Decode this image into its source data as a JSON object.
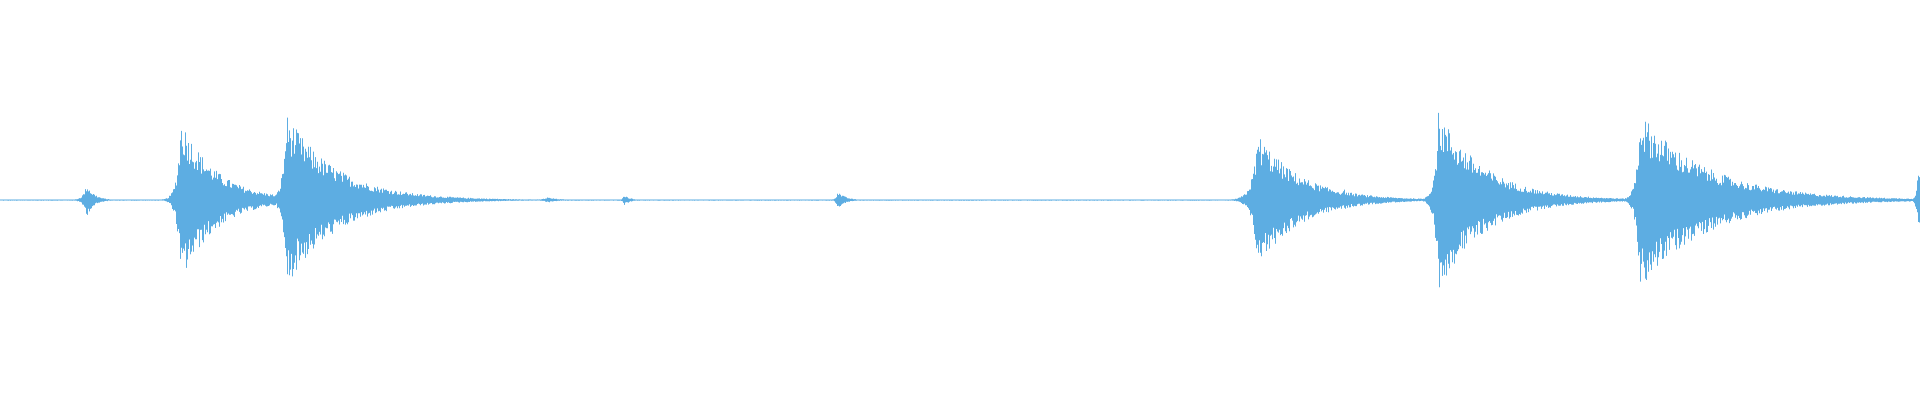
{
  "waveform": {
    "color": "#5DADE2",
    "background": "#ffffff",
    "time_range": [
      0,
      1
    ],
    "amplitude_range": [
      -1,
      1
    ],
    "baseline_amplitude": 0.006,
    "events": [
      {
        "time": 0.045,
        "amplitude": 0.18,
        "attack": 0.002,
        "decay": 0.004
      },
      {
        "time": 0.094,
        "amplitude": 0.92,
        "attack": 0.002,
        "decay": 0.018
      },
      {
        "time": 0.149,
        "amplitude": 0.96,
        "attack": 0.002,
        "decay": 0.026
      },
      {
        "time": 0.285,
        "amplitude": 0.03,
        "attack": 0.003,
        "decay": 0.006
      },
      {
        "time": 0.325,
        "amplitude": 0.06,
        "attack": 0.001,
        "decay": 0.003
      },
      {
        "time": 0.436,
        "amplitude": 0.1,
        "attack": 0.001,
        "decay": 0.004
      },
      {
        "time": 0.655,
        "amplitude": 0.74,
        "attack": 0.003,
        "decay": 0.022
      },
      {
        "time": 0.7,
        "amplitude": 0.12,
        "attack": 0.002,
        "decay": 0.005
      },
      {
        "time": 0.749,
        "amplitude": 1.0,
        "attack": 0.002,
        "decay": 0.024
      },
      {
        "time": 0.786,
        "amplitude": 0.12,
        "attack": 0.002,
        "decay": 0.006
      },
      {
        "time": 0.854,
        "amplitude": 0.98,
        "attack": 0.002,
        "decay": 0.035
      },
      {
        "time": 0.918,
        "amplitude": 0.05,
        "attack": 0.004,
        "decay": 0.008
      },
      {
        "time": 0.999,
        "amplitude": 0.4,
        "attack": 0.001,
        "decay": 0.002
      }
    ]
  }
}
